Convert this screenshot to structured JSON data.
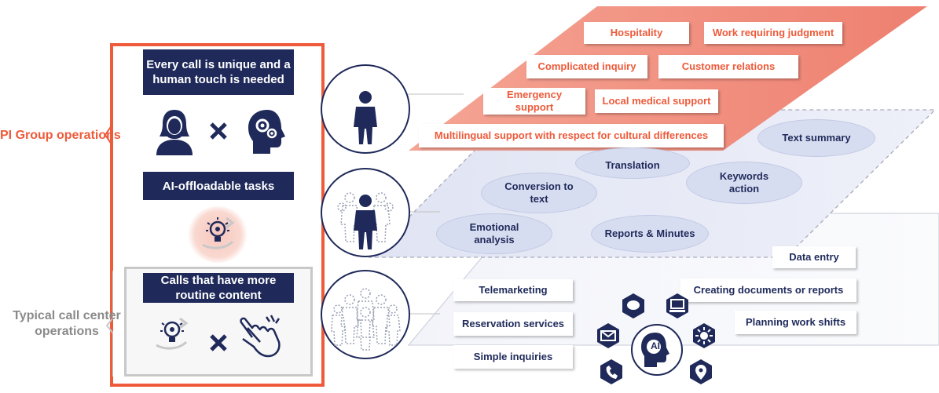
{
  "left_panel": {
    "top_heading": "Every call is unique and a human touch is needed",
    "middle_heading": "AI-offloadable tasks",
    "bottom_heading": "Calls that have more routine content"
  },
  "labels": {
    "pi_group": "PI Group operations",
    "typical": "Typical call center operations"
  },
  "top_layer": {
    "tags": [
      "Hospitality",
      "Work requiring judgment",
      "Complicated inquiry",
      "Customer relations",
      "Emergency support",
      "Local medical support",
      "Multilingual support with respect for cultural differences"
    ]
  },
  "middle_layer": {
    "ellipses": [
      "Text summary",
      "Translation",
      "Keywords action",
      "Conversion to text",
      "Emotional analysis",
      "Reports & Minutes"
    ]
  },
  "bottom_layer": {
    "left_tags": [
      "Telemarketing",
      "Reservation services",
      "Simple inquiries"
    ],
    "right_tags": [
      "Data entry",
      "Creating documents or reports",
      "Planning work shifts"
    ],
    "ai_hub_label": "AI"
  },
  "colors": {
    "accent": "#ee5a3a",
    "navy": "#1f2a5a",
    "top_layer": "#f29a8a",
    "mid_layer": "#e8ebf7",
    "grey_text": "#8a8a8a"
  }
}
